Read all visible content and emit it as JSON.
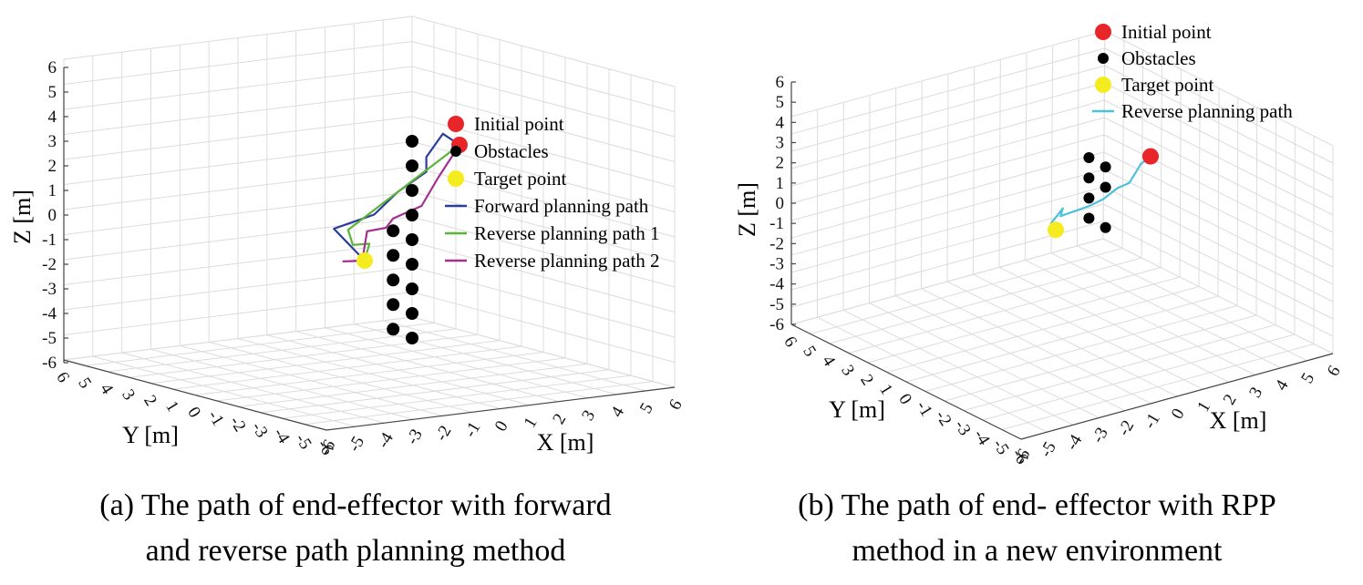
{
  "chart_data": [
    {
      "type": "line",
      "subplot": "a",
      "caption_line1": "(a) The path of end-effector with forward",
      "caption_line2": "and reverse path planning method",
      "xlabel": "X [m]",
      "ylabel": "Y [m]",
      "zlabel": "Z [m]",
      "xlim": [
        -6,
        6
      ],
      "ylim": [
        -6,
        6
      ],
      "zlim": [
        -6,
        6
      ],
      "z_ticks": [
        "-6",
        "-5",
        "-4",
        "-3",
        "-2",
        "-1",
        "0",
        "1",
        "2",
        "3",
        "4",
        "5",
        "6"
      ],
      "x_ticks": [
        "-6",
        "-5",
        "-4",
        "-3",
        "-2",
        "-1",
        "0",
        "1",
        "2",
        "3",
        "4",
        "5",
        "6"
      ],
      "y_ticks": [
        "6",
        "5",
        "4",
        "3",
        "2",
        "1",
        "0",
        "-1",
        "-2",
        "-3",
        "-4",
        "-5",
        "-6"
      ],
      "grid": true,
      "legend_position": "right",
      "legend": [
        {
          "label": "Initial point",
          "kind": "marker",
          "color": "#e8262a"
        },
        {
          "label": "Obstacles",
          "kind": "marker",
          "color": "#000000"
        },
        {
          "label": "Target point",
          "kind": "marker",
          "color": "#f5ec1f"
        },
        {
          "label": "Forward planning path",
          "kind": "line",
          "color": "#2b3d9c"
        },
        {
          "label": "Reverse planning path 1",
          "kind": "line",
          "color": "#5cb33a"
        },
        {
          "label": "Reverse planning path 2",
          "kind": "line",
          "color": "#a3308f"
        }
      ],
      "initial_point": {
        "x": 2,
        "y": 0,
        "z": 3
      },
      "target_point": {
        "x": -2,
        "y": 0,
        "z": -2
      },
      "obstacles": [
        {
          "x": 0,
          "y": 0,
          "z": 3
        },
        {
          "x": 0,
          "y": 0,
          "z": 2
        },
        {
          "x": 0,
          "y": 0,
          "z": 1
        },
        {
          "x": 0,
          "y": 0,
          "z": 0
        },
        {
          "x": 0,
          "y": 0,
          "z": -1
        },
        {
          "x": 0,
          "y": 0,
          "z": -2
        },
        {
          "x": 0,
          "y": 0,
          "z": -3
        },
        {
          "x": 0,
          "y": 0,
          "z": -4
        },
        {
          "x": 0,
          "y": 0,
          "z": -5
        },
        {
          "x": -0.8,
          "y": 0,
          "z": -0.7
        },
        {
          "x": -0.8,
          "y": 0,
          "z": -1.7
        },
        {
          "x": -0.8,
          "y": 0,
          "z": -2.7
        },
        {
          "x": -0.8,
          "y": 0,
          "z": -3.7
        },
        {
          "x": -0.8,
          "y": 0,
          "z": -4.7
        }
      ],
      "series": [
        {
          "name": "Forward planning path",
          "color": "#2b3d9c",
          "points": [
            {
              "x": 2,
              "y": 0,
              "z": 3
            },
            {
              "x": 1.3,
              "y": 0,
              "z": 3.4
            },
            {
              "x": 0.6,
              "y": 0,
              "z": 2.4
            },
            {
              "x": 0.6,
              "y": 0,
              "z": 1.8
            },
            {
              "x": -0.6,
              "y": 0,
              "z": 0.9
            },
            {
              "x": -1.6,
              "y": 0,
              "z": -0.1
            },
            {
              "x": -3.3,
              "y": 0,
              "z": -0.8
            },
            {
              "x": -2,
              "y": 0,
              "z": -2
            }
          ]
        },
        {
          "name": "Reverse planning path 1",
          "color": "#5cb33a",
          "points": [
            {
              "x": 2,
              "y": 0,
              "z": 3
            },
            {
              "x": -2.7,
              "y": 0,
              "z": -0.8
            },
            {
              "x": -2.5,
              "y": 0,
              "z": -1.4
            },
            {
              "x": -1.8,
              "y": 0,
              "z": -1.3
            },
            {
              "x": -2,
              "y": 0,
              "z": -2
            }
          ]
        },
        {
          "name": "Reverse planning path 2",
          "color": "#a3308f",
          "points": [
            {
              "x": 2,
              "y": 0,
              "z": 3
            },
            {
              "x": 1.1,
              "y": 0,
              "z": 1.6
            },
            {
              "x": 0.4,
              "y": 0,
              "z": 0.4
            },
            {
              "x": -0.8,
              "y": 0,
              "z": -0.2
            },
            {
              "x": -1.1,
              "y": 0,
              "z": -0.6
            },
            {
              "x": -1.9,
              "y": 0,
              "z": -0.8
            },
            {
              "x": -2.1,
              "y": 0,
              "z": -2
            },
            {
              "x": -2.9,
              "y": 0,
              "z": -2.1
            },
            {
              "x": -2,
              "y": 0,
              "z": -2
            }
          ]
        }
      ]
    },
    {
      "type": "line",
      "subplot": "b",
      "caption_line1": "(b) The path of end- effector with RPP",
      "caption_line2": "method in a new environment",
      "xlabel": "X [m]",
      "ylabel": "Y [m]",
      "zlabel": "Z [m]",
      "xlim": [
        -6,
        6
      ],
      "ylim": [
        -6,
        6
      ],
      "zlim": [
        -6,
        6
      ],
      "z_ticks": [
        "-6",
        "-5",
        "-4",
        "-3",
        "-2",
        "-1",
        "0",
        "1",
        "2",
        "3",
        "4",
        "5",
        "6"
      ],
      "x_ticks": [
        "-6",
        "-5",
        "-4",
        "-3",
        "-2",
        "-1",
        "0",
        "1",
        "2",
        "3",
        "4",
        "5",
        "6"
      ],
      "y_ticks": [
        "6",
        "5",
        "4",
        "3",
        "2",
        "1",
        "0",
        "-1",
        "-2",
        "-3",
        "-4",
        "-5",
        "-6"
      ],
      "grid": true,
      "legend_position": "top-right",
      "legend": [
        {
          "label": "Initial point",
          "kind": "marker",
          "color": "#e8262a"
        },
        {
          "label": "Obstacles",
          "kind": "marker",
          "color": "#000000"
        },
        {
          "label": "Target point",
          "kind": "marker",
          "color": "#f5ec1f"
        },
        {
          "label": "Reverse planning path",
          "kind": "line",
          "color": "#4ec0dc"
        }
      ],
      "initial_point": {
        "x": 2,
        "y": 0,
        "z": 2.5
      },
      "target_point": {
        "x": -2,
        "y": 0,
        "z": -1.5
      },
      "obstacles": [
        {
          "x": -0.6,
          "y": 0,
          "z": 2.2
        },
        {
          "x": -0.6,
          "y": 0,
          "z": 1.2
        },
        {
          "x": -0.6,
          "y": 0,
          "z": 0.2
        },
        {
          "x": -0.6,
          "y": 0,
          "z": -0.8
        },
        {
          "x": 0.1,
          "y": 0,
          "z": 1.8
        },
        {
          "x": 0.1,
          "y": 0,
          "z": 0.8
        },
        {
          "x": 0.1,
          "y": 0,
          "z": -1.2
        }
      ],
      "series": [
        {
          "name": "Reverse planning path",
          "color": "#4ec0dc",
          "points": [
            {
              "x": 2,
              "y": 0,
              "z": 2.5
            },
            {
              "x": 1.6,
              "y": 0,
              "z": 2.1
            },
            {
              "x": 1.1,
              "y": 0,
              "z": 1.1
            },
            {
              "x": 0.6,
              "y": 0,
              "z": 0.8
            },
            {
              "x": 0,
              "y": 0,
              "z": 0.2
            },
            {
              "x": -0.6,
              "y": 0,
              "z": -0.2
            },
            {
              "x": -1.4,
              "y": 0,
              "z": -0.6
            },
            {
              "x": -1.8,
              "y": 0,
              "z": -0.8
            },
            {
              "x": -1.7,
              "y": 0,
              "z": -0.4
            },
            {
              "x": -2.2,
              "y": 0,
              "z": -1.2
            },
            {
              "x": -2,
              "y": 0,
              "z": -1.5
            }
          ]
        }
      ]
    }
  ]
}
